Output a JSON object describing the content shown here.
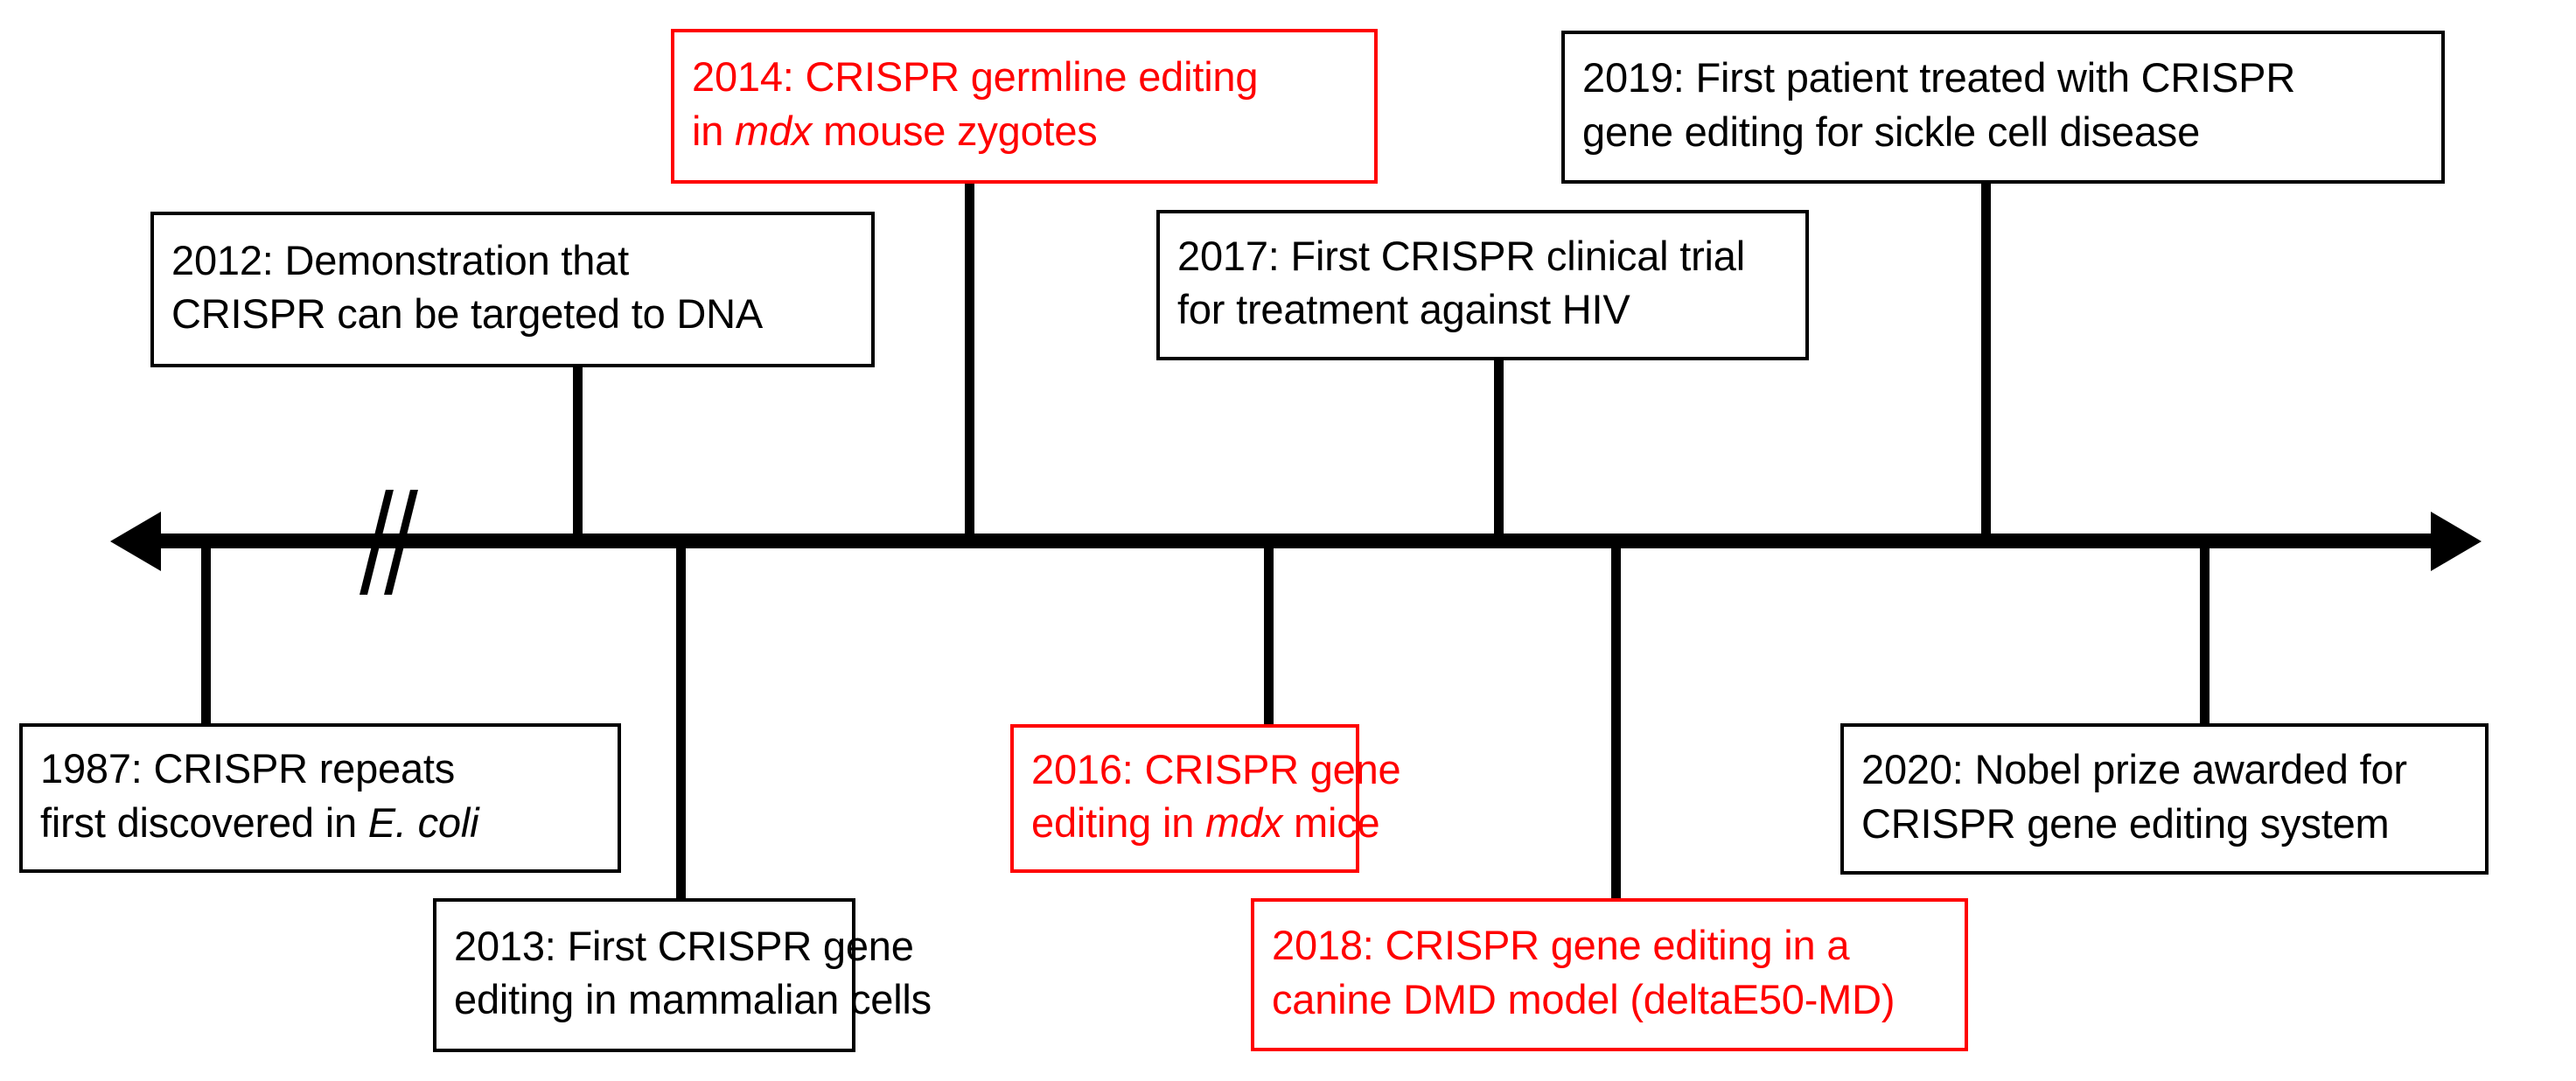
{
  "diagram": {
    "type": "timeline",
    "title_text": "",
    "axis": {
      "name": "crispr-history-axis",
      "left_arrow": true,
      "right_arrow": true,
      "break_mark": "double-slash",
      "break_meaning": "time gap between 1987 and 2012"
    },
    "colors": {
      "black": "#000000",
      "red": "#ff0000",
      "background": "#ffffff"
    },
    "events": [
      {
        "id": "event-1987",
        "year": "1987",
        "position": "below",
        "color": "black",
        "lines": [
          {
            "text": "1987: CRISPR repeats",
            "italic": ""
          },
          {
            "pre": "first discovered in ",
            "italic": "E. coli",
            "post": ""
          }
        ],
        "full_text": "1987: CRISPR repeats first discovered in E. coli"
      },
      {
        "id": "event-2012",
        "year": "2012",
        "position": "above",
        "color": "black",
        "lines": [
          {
            "text": "2012: Demonstration that",
            "italic": ""
          },
          {
            "text": "CRISPR can be targeted to DNA",
            "italic": ""
          }
        ],
        "full_text": "2012: Demonstration that CRISPR can be targeted to DNA"
      },
      {
        "id": "event-2013",
        "year": "2013",
        "position": "below",
        "color": "black",
        "lines": [
          {
            "text": "2013: First CRISPR gene",
            "italic": ""
          },
          {
            "text": "editing in mammalian cells",
            "italic": ""
          }
        ],
        "full_text": "2013: First CRISPR gene editing in mammalian cells"
      },
      {
        "id": "event-2014",
        "year": "2014",
        "position": "above",
        "color": "red",
        "lines": [
          {
            "text": "2014: CRISPR germline editing",
            "italic": ""
          },
          {
            "pre": "in ",
            "italic": "mdx",
            "post": " mouse zygotes"
          }
        ],
        "full_text": "2014: CRISPR germline editing in mdx mouse zygotes"
      },
      {
        "id": "event-2016",
        "year": "2016",
        "position": "below",
        "color": "red",
        "lines": [
          {
            "text": "2016: CRISPR gene",
            "italic": ""
          },
          {
            "pre": "editing in ",
            "italic": "mdx",
            "post": " mice"
          }
        ],
        "full_text": "2016: CRISPR gene editing in mdx mice"
      },
      {
        "id": "event-2017",
        "year": "2017",
        "position": "above",
        "color": "black",
        "lines": [
          {
            "text": "2017: First CRISPR clinical trial",
            "italic": ""
          },
          {
            "text": "for treatment against HIV",
            "italic": ""
          }
        ],
        "full_text": "2017: First CRISPR clinical trial for treatment against HIV"
      },
      {
        "id": "event-2018",
        "year": "2018",
        "position": "below",
        "color": "red",
        "lines": [
          {
            "text": "2018: CRISPR gene editing in a",
            "italic": ""
          },
          {
            "text": "canine DMD model (deltaE50-MD)",
            "italic": ""
          }
        ],
        "full_text": "2018: CRISPR gene editing in a canine DMD model (deltaE50-MD)"
      },
      {
        "id": "event-2019",
        "year": "2019",
        "position": "above",
        "color": "black",
        "lines": [
          {
            "text": "2019: First patient treated with CRISPR",
            "italic": ""
          },
          {
            "text": "gene editing for sickle cell disease",
            "italic": ""
          }
        ],
        "full_text": "2019: First patient treated with CRISPR gene editing for sickle cell disease"
      },
      {
        "id": "event-2020",
        "year": "2020",
        "position": "below",
        "color": "black",
        "lines": [
          {
            "text": "2020: Nobel prize awarded for",
            "italic": ""
          },
          {
            "text": "CRISPR gene editing system",
            "italic": ""
          }
        ],
        "full_text": "2020: Nobel prize awarded for CRISPR gene editing system"
      }
    ]
  }
}
